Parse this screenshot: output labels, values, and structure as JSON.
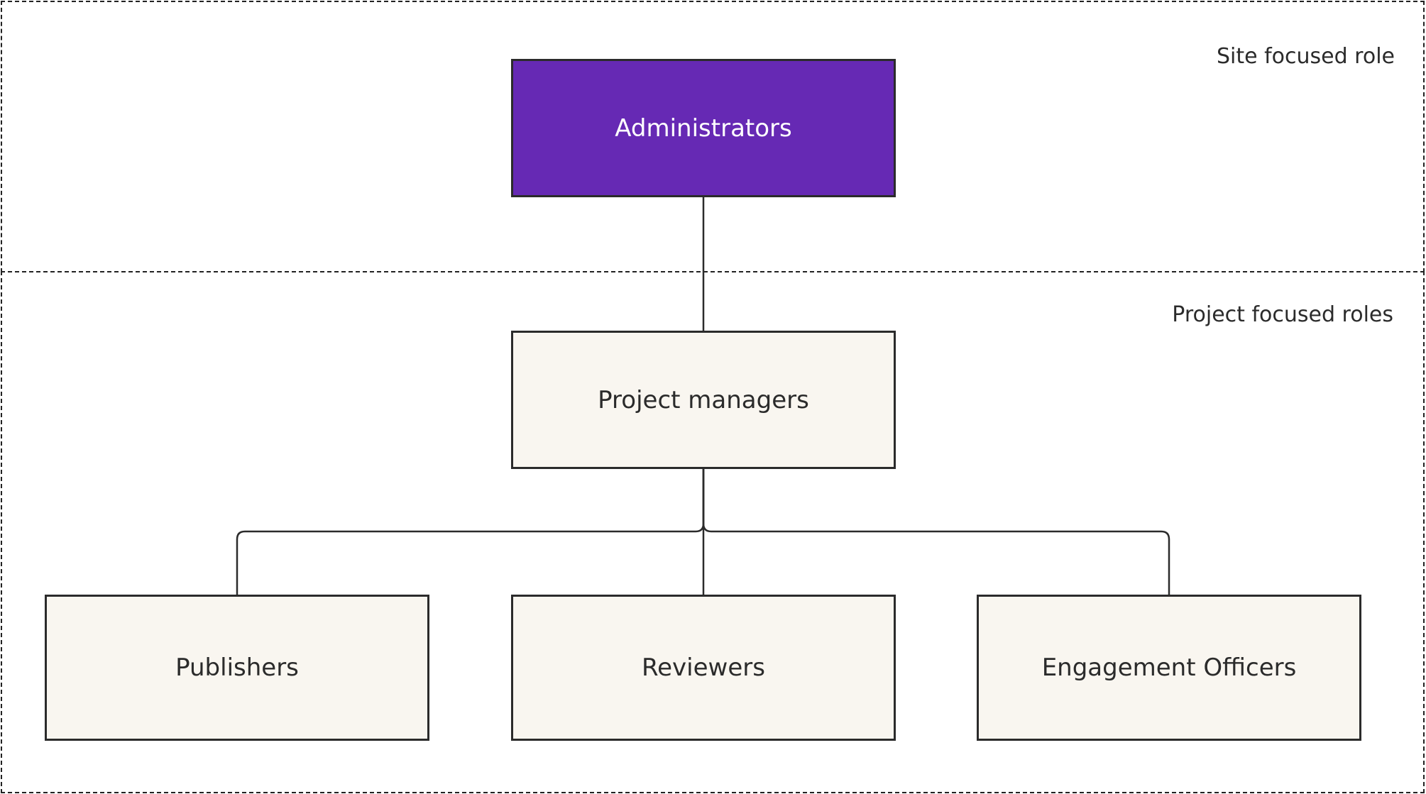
{
  "colors": {
    "admin_fill": "#6629b4",
    "role_fill": "#f9f6f0",
    "border": "#2b2b2b",
    "background": "#ffffff"
  },
  "zones": {
    "site": {
      "label": "Site focused role"
    },
    "project": {
      "label": "Project focused roles"
    }
  },
  "nodes": {
    "administrators": {
      "label": "Administrators"
    },
    "project_managers": {
      "label": "Project managers"
    },
    "publishers": {
      "label": "Publishers"
    },
    "reviewers": {
      "label": "Reviewers"
    },
    "engagement_officers": {
      "label": "Engagement Officers"
    }
  }
}
